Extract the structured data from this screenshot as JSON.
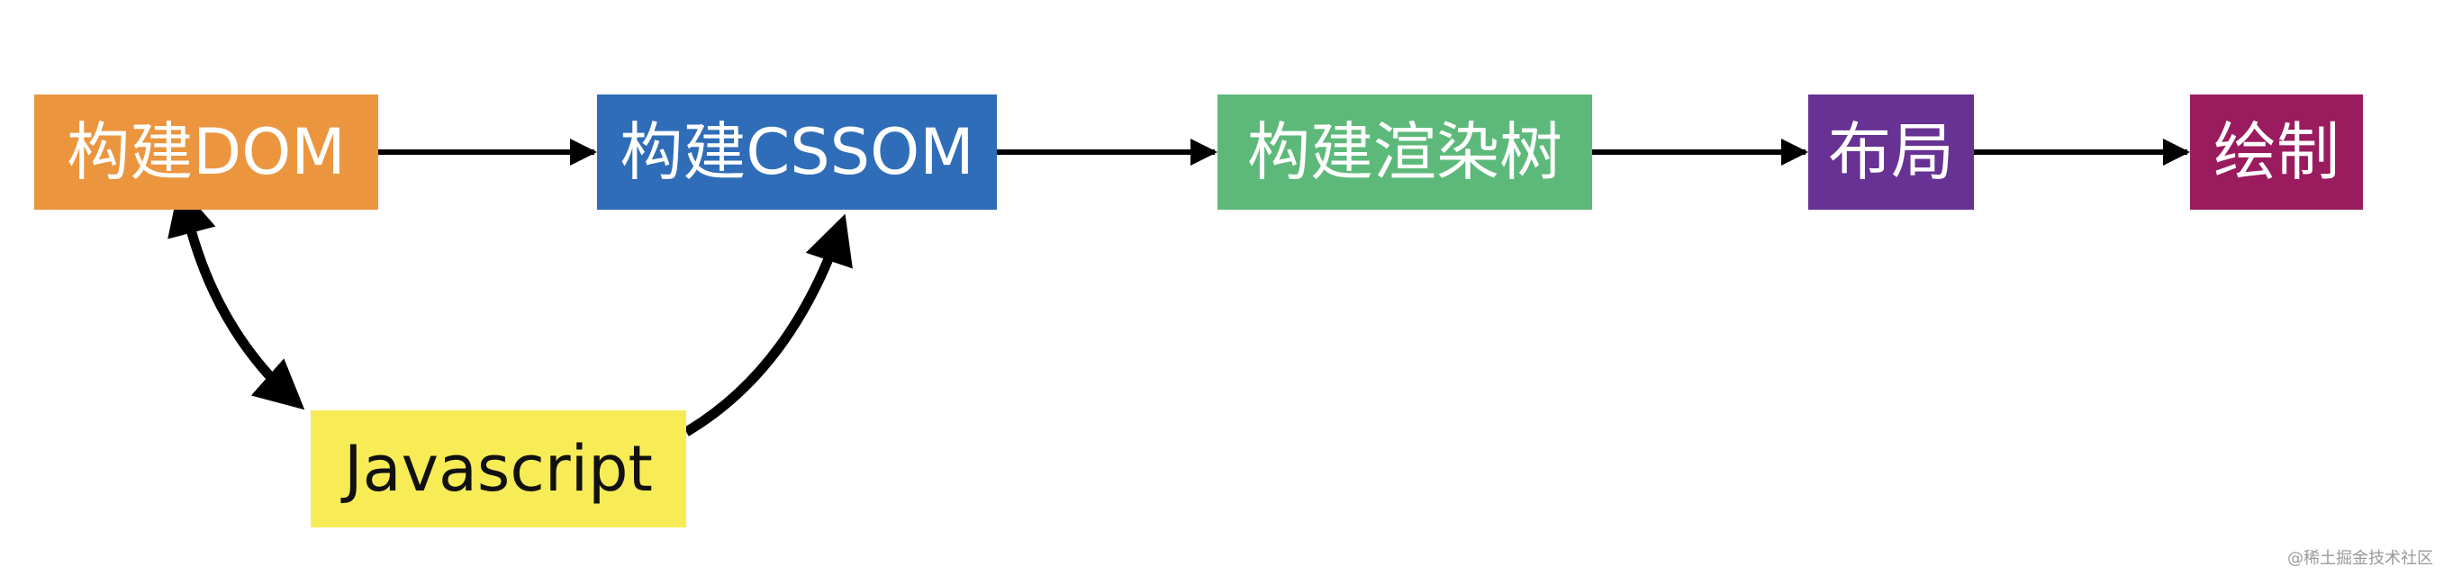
{
  "nodes": {
    "dom": {
      "label": "构建DOM",
      "color": "#EB963F"
    },
    "cssom": {
      "label": "构建CSSOM",
      "color": "#2F6DB8"
    },
    "render_tree": {
      "label": "构建渲染树",
      "color": "#5DB97A"
    },
    "layout": {
      "label": "布局",
      "color": "#673293"
    },
    "paint": {
      "label": "绘制",
      "color": "#9A1B5E"
    },
    "javascript": {
      "label": "Javascript",
      "color": "#F8EC56"
    }
  },
  "watermark": "@稀土掘金技术社区"
}
